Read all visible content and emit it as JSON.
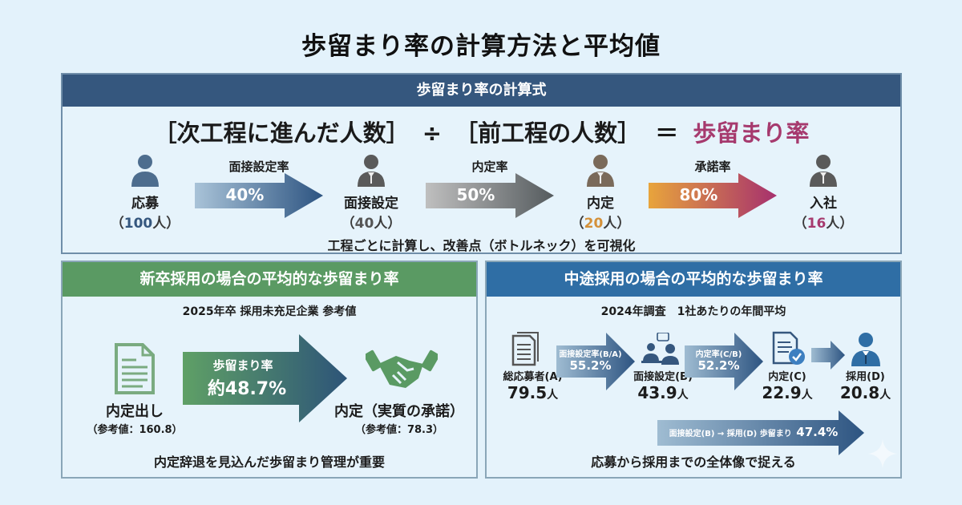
{
  "title": "歩留まり率の計算方法と平均値",
  "formula_section": {
    "header": "歩留まり率の計算式",
    "formula": {
      "numerator": "［次工程に進んだ人数］",
      "operator": "÷",
      "denominator": "［前工程の人数］",
      "equals": "＝",
      "result": "歩留まり率"
    },
    "stages": [
      {
        "name": "応募",
        "count_prefix": "（",
        "count": "100",
        "count_suffix": "人）",
        "count_color": "#35577e",
        "icon": "person-icon"
      },
      {
        "name": "面接設定",
        "count_prefix": "（",
        "count": "40",
        "count_suffix": "人）",
        "count_color": "#555555",
        "icon": "businessperson-icon"
      },
      {
        "name": "内定",
        "count_prefix": "（",
        "count": "20",
        "count_suffix": "人）",
        "count_color": "#d4913a",
        "icon": "businessperson-icon"
      },
      {
        "name": "入社",
        "count_prefix": "（",
        "count": "16",
        "count_suffix": "人）",
        "count_color": "#a63a6e",
        "icon": "businessperson-icon"
      }
    ],
    "rates": [
      {
        "label": "面接設定率",
        "value": "40%"
      },
      {
        "label": "内定率",
        "value": "50%"
      },
      {
        "label": "承諾率",
        "value": "80%"
      }
    ],
    "note": "工程ごとに計算し、改善点（ボトルネック）を可視化"
  },
  "new_grad": {
    "header": "新卒採用の場合の平均的な歩留まり率",
    "subtitle": "2025年卒 採用未充足企業 参考値",
    "from": {
      "label": "内定出し",
      "ref": "（参考値：160.8）",
      "icon": "document-icon"
    },
    "arrow": {
      "label": "歩留まり率",
      "value": "約48.7%"
    },
    "to": {
      "label": "内定（実質の承諾）",
      "ref": "（参考値：78.3）",
      "icon": "handshake-icon"
    },
    "note": "内定辞退を見込んだ歩留まり管理が重要"
  },
  "mid_career": {
    "header": "中途採用の場合の平均的な歩留まり率",
    "subtitle": "2024年調査　1社あたりの年間平均",
    "steps": [
      {
        "label": "総応募者(A)",
        "value": "79.5",
        "unit": "人",
        "icon": "documents-icon"
      },
      {
        "label": "面接設定(B)",
        "value": "43.9",
        "unit": "人",
        "icon": "interview-icon"
      },
      {
        "label": "内定(C)",
        "value": "22.9",
        "unit": "人",
        "icon": "document-check-icon"
      },
      {
        "label": "採用(D)",
        "value": "20.8",
        "unit": "人",
        "icon": "employee-icon"
      }
    ],
    "rates": [
      {
        "label": "面接設定率(B/A)",
        "value": "55.2%"
      },
      {
        "label": "内定率(C/B)",
        "value": "52.2%"
      }
    ],
    "overall": {
      "label": "面接設定(B) → 採用(D) 歩留まり",
      "value": "47.4%"
    },
    "note": "応募から採用までの全体像で捉える"
  }
}
